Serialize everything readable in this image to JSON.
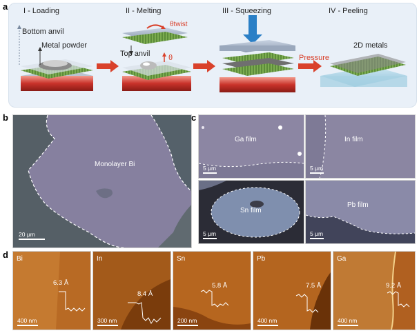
{
  "panel_a": {
    "letter": "a",
    "steps": [
      {
        "title": "I - Loading"
      },
      {
        "title": "II - Melting"
      },
      {
        "title": "III - Squeezing"
      },
      {
        "title": "IV - Peeling"
      }
    ],
    "labels": {
      "bottom_anvil": "Bottom anvil",
      "metal_powder": "Metal powder",
      "top_anvil": "Top anvil",
      "theta_twist": "θtwist",
      "theta": "θ",
      "pressure": "Pressure",
      "metals_2d": "2D metals"
    },
    "colors": {
      "arrow": "#d9412b",
      "press": "#2a7fc6",
      "heater": "#c9322a",
      "film": "#5c8c3a"
    }
  },
  "panel_b": {
    "letter": "b",
    "label": "Monolayer Bi",
    "scale": "20 μm"
  },
  "panel_c": {
    "letter": "c",
    "tiles": [
      {
        "label": "Ga film",
        "scale": "5 μm"
      },
      {
        "label": "In film",
        "scale": "5 μm"
      },
      {
        "label": "Sn film",
        "scale": "5 μm"
      },
      {
        "label": "Pb film",
        "scale": "5 μm"
      }
    ]
  },
  "panel_d": {
    "letter": "d",
    "tiles": [
      {
        "element": "Bi",
        "step": "6.3 Å",
        "scale": "400 nm"
      },
      {
        "element": "In",
        "step": "8.4 Å",
        "scale": "300 nm"
      },
      {
        "element": "Sn",
        "step": "5.8 Å",
        "scale": "200 nm"
      },
      {
        "element": "Pb",
        "step": "7.5 Å",
        "scale": "400 nm"
      },
      {
        "element": "Ga",
        "step": "9.2 Å",
        "scale": "400 nm"
      }
    ]
  }
}
